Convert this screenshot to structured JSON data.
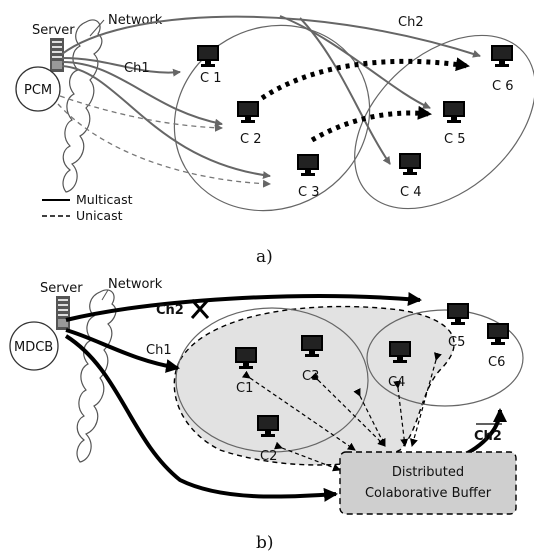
{
  "panel_a": {
    "server_label": "Server",
    "network_label": "Network",
    "pcm_label": "PCM",
    "ch1_label": "Ch1",
    "ch2_label": "Ch2",
    "clients": [
      "C 1",
      "C 2",
      "C 3",
      "C 4",
      "C 5",
      "C 6"
    ],
    "legend": {
      "multicast": "Multicast",
      "unicast": "Unicast"
    },
    "caption": "a)"
  },
  "panel_b": {
    "server_label": "Server",
    "network_label": "Network",
    "mdcb_label": "MDCB",
    "ch1_label": "Ch1",
    "ch2_label": "Ch2",
    "ch2bar_label": "Ch2",
    "clients": [
      "C1",
      "C2",
      "C3",
      "C4",
      "C5",
      "C6"
    ],
    "buffer_line1": "Distributed",
    "buffer_line2": "Colaborative Buffer",
    "caption": "b)"
  }
}
